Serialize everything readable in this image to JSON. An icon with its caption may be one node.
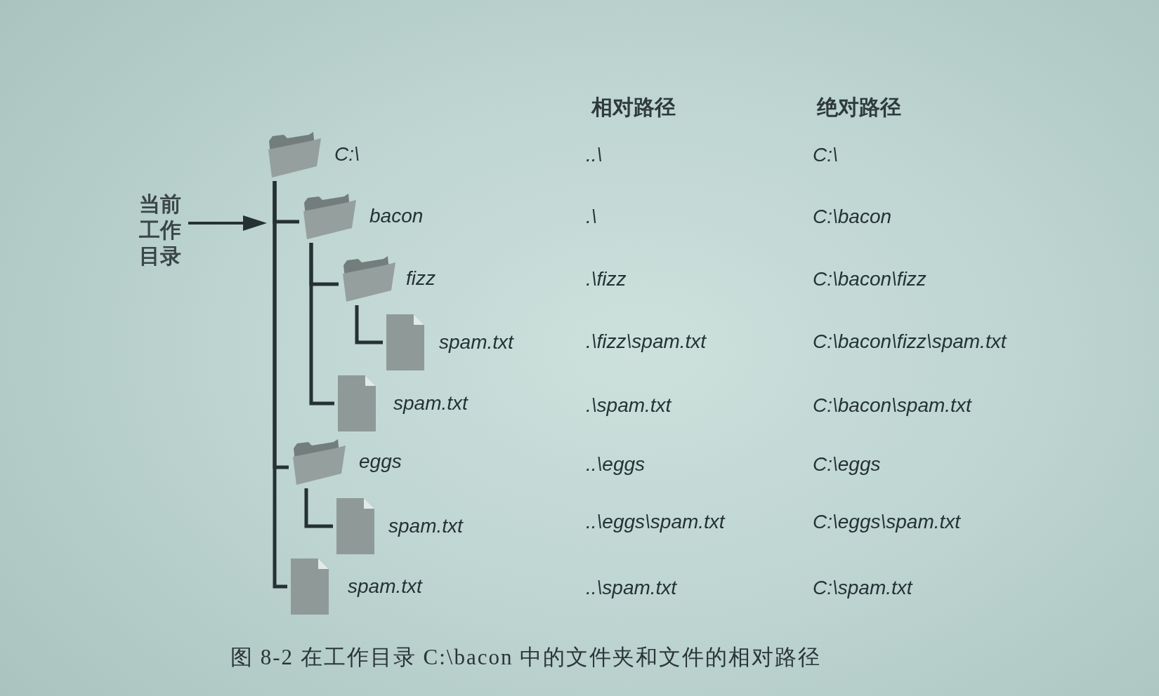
{
  "diagram": {
    "caption": "图 8-2 在工作目录 C:\\bacon 中的文件夹和文件的相对路径",
    "nodes": [
      {
        "text": [
          "C:\\"
        ]
      },
      {
        "text": [
          "bacon"
        ]
      },
      {
        "text": [
          "fizz"
        ]
      },
      {
        "text": [
          "spam.txt"
        ]
      },
      {
        "text": [
          "spam.txt"
        ]
      },
      {
        "text": [
          "eggs"
        ]
      },
      {
        "text": [
          "spam.txt"
        ]
      },
      {
        "text": [
          "spam.txt"
        ]
      },
      {
        "text": [
          "当前工作目录"
        ]
      }
    ],
    "edges": [
      {
        "from": 0,
        "to": 1,
        "arrow": "none"
      },
      {
        "from": 1,
        "to": 2,
        "arrow": "none"
      },
      {
        "from": 2,
        "to": 3,
        "arrow": "none"
      },
      {
        "from": 1,
        "to": 4,
        "arrow": "none"
      },
      {
        "from": 0,
        "to": 5,
        "arrow": "none"
      },
      {
        "from": 5,
        "to": 6,
        "arrow": "none"
      },
      {
        "from": 0,
        "to": 7,
        "arrow": "none"
      },
      {
        "from": 8,
        "to": null,
        "arrow": "to"
      }
    ],
    "labels": [
      "相对路径",
      "绝对路径",
      "..\\",
      "C:\\",
      ".\\",
      "C:\\bacon",
      ".\\fizz",
      "C:\\bacon\\fizz",
      ".\\fizz\\spam.txt",
      "C:\\bacon\\fizz\\spam.txt",
      ".\\spam.txt",
      "C:\\bacon\\spam.txt",
      "..\\eggs",
      "C:\\eggs",
      "..\\eggs\\spam.txt",
      "C:\\eggs\\spam.txt",
      "..\\spam.txt",
      "C:\\spam.txt"
    ]
  }
}
